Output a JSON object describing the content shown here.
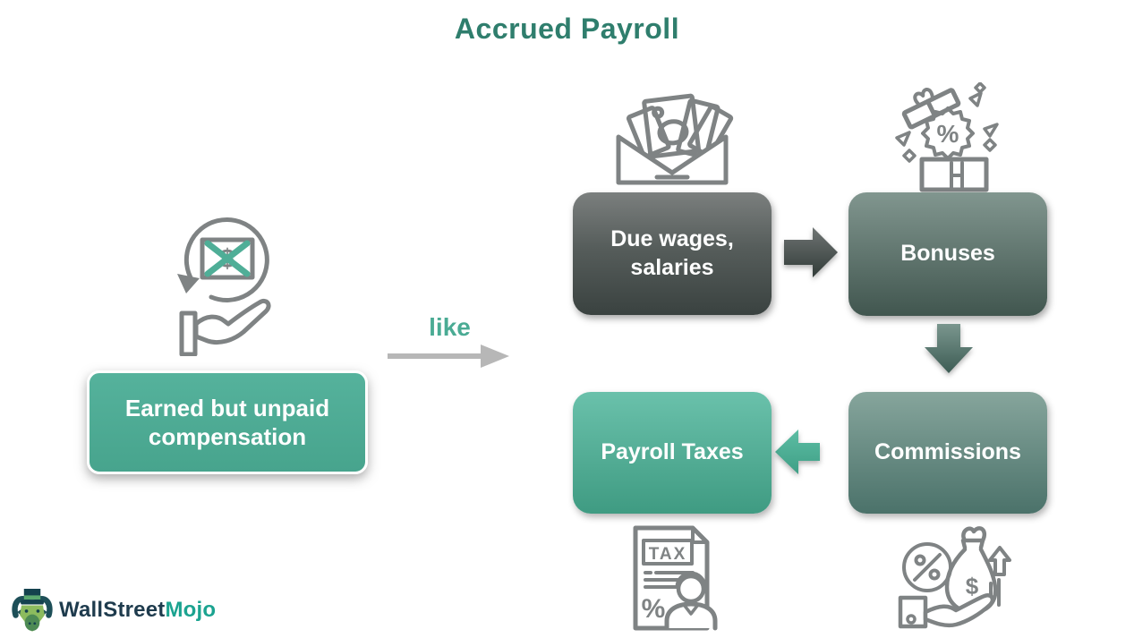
{
  "title": "Accrued Payroll",
  "connector_label": "like",
  "boxes": {
    "earned": "Earned but unpaid compensation",
    "due_wages": "Due wages, salaries",
    "bonuses": "Bonuses",
    "payroll_taxes": "Payroll Taxes",
    "commissions": "Commissions"
  },
  "icon_glyphs": {
    "tax": "TAX",
    "dollar": "$",
    "percent": "%"
  },
  "icons": {
    "left": "unpaid-money-hand-refresh-icon",
    "due_wages": "envelope-cash-icon",
    "bonuses": "gift-box-percent-icon",
    "payroll_taxes": "tax-document-person-icon",
    "commissions": "moneybag-hand-growth-icon"
  },
  "logo": {
    "part1": "WallStreet",
    "part2": "Mojo"
  },
  "colors": {
    "title": "#2F7E6D",
    "like_label": "#4AAB94",
    "earned_box": "#4FAE97",
    "due_box_top": "#7B7F7E",
    "due_box_bottom": "#3A4240",
    "bonuses_box_top": "#81968F",
    "bonuses_box_bottom": "#41564F",
    "payroll_box_top": "#6AC1AB",
    "payroll_box_bottom": "#3F9B82",
    "commissions_box_top": "#86A59C",
    "commissions_box_bottom": "#4B726A",
    "icon_stroke": "#7F8384",
    "gray_arrow": "#B7B7B7",
    "dark_arrow_top": "#6F7473",
    "dark_arrow_bottom": "#313B38",
    "down_arrow_top": "#7A968E",
    "down_arrow_bottom": "#3D5C54",
    "green_arrow_top": "#5CBDA3",
    "green_arrow_bottom": "#3F9F86",
    "logo_dark": "#1E3B4D",
    "logo_teal": "#1BA390"
  }
}
